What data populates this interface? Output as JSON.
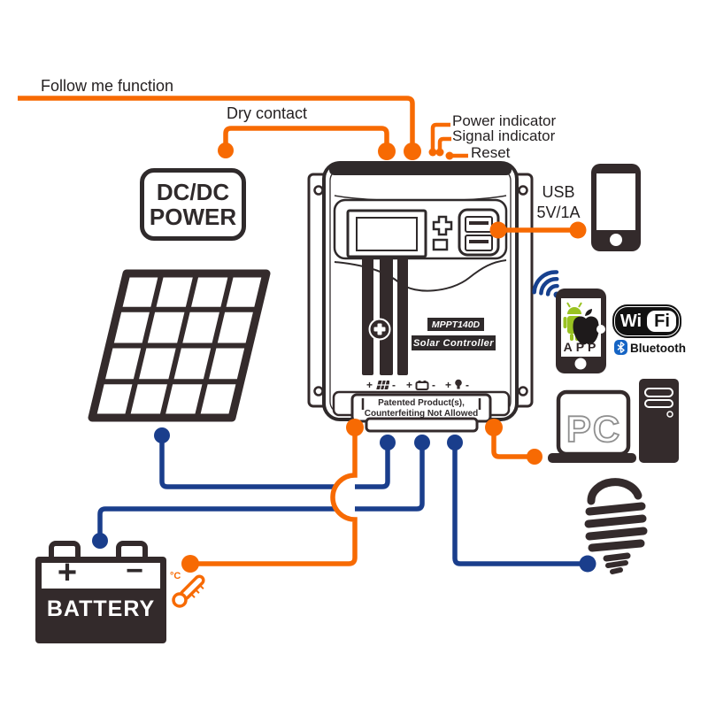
{
  "colors": {
    "orange": "#F76A03",
    "blue": "#1A3E8C",
    "dark": "#332A2B",
    "android_green": "#99C221",
    "bluetooth_blue": "#1564C4"
  },
  "annotations": {
    "follow_me": "Follow me function",
    "dry_contact": "Dry contact",
    "power_indicator": "Power indicator",
    "signal_indicator": "Signal indicator",
    "reset": "Reset"
  },
  "usb_label": {
    "line1": "USB",
    "line2": "5V/1A"
  },
  "dcdc_box": {
    "line1": "DC/DC",
    "line2": "POWER"
  },
  "controller": {
    "model": "MPPT140D",
    "product": "Solar Controller",
    "patent_line1": "Patented Product(s),",
    "patent_line2": "Counterfeiting Not Allowed",
    "terminal_plus": "+",
    "terminal_minus": "-"
  },
  "battery": {
    "plus": "+",
    "minus": "−",
    "label": "BATTERY"
  },
  "temp_sensor": {
    "unit": "°C"
  },
  "devices": {
    "app": "APP",
    "wifi_wi": "Wi",
    "wifi_fi": "Fi",
    "bluetooth": "Bluetooth",
    "pc": "PC"
  }
}
